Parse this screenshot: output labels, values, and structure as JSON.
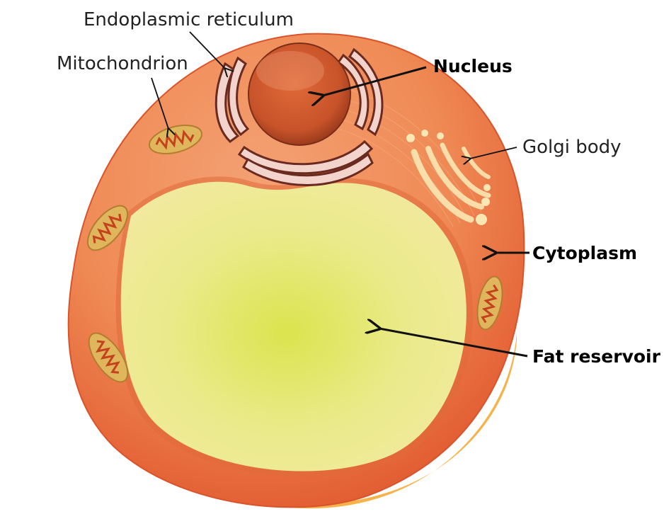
{
  "labels": {
    "endoplasmic_reticulum": "Endoplasmic reticulum",
    "mitochondrion": "Mitochondrion",
    "nucleus": "Nucleus",
    "golgi_body": "Golgi body",
    "cytoplasm": "Cytoplasm",
    "fat_reservoir": "Fat reservoir"
  },
  "colors": {
    "cell_outer": "#e0552c",
    "cell_mid": "#ef8a55",
    "cell_highlight": "#f4a173",
    "cell_edge_yellow": "#f7b24a",
    "fat_center": "#dbe44e",
    "fat_edge": "#f2e9a0",
    "nucleus": "#c8532a",
    "er_fill": "#f3d4cc",
    "er_stroke": "#6b2a1f",
    "mito_fill": "#e0b65c",
    "mito_crista": "#c4421d",
    "golgi": "#fbe7b3",
    "arrow": "#111111"
  }
}
